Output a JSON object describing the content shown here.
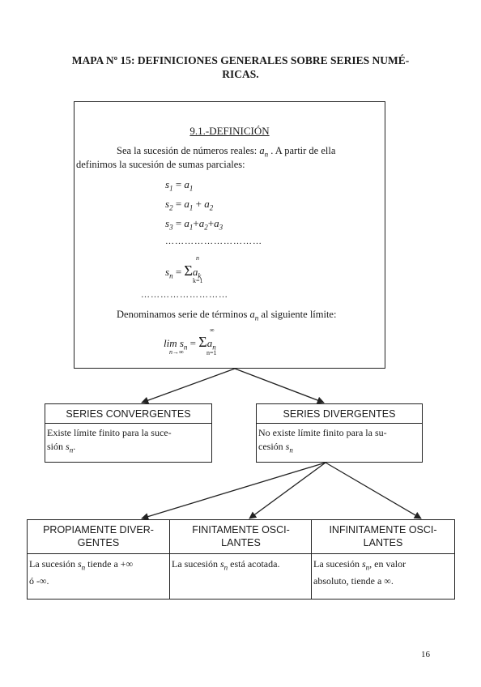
{
  "title": {
    "line1": "MAPA Nº 15: DEFINICIONES GENERALES SOBRE SERIES NUMÉ-",
    "line2": "RICAS."
  },
  "definition": {
    "heading": "9.1.-DEFINICIÓN",
    "intro_a": "Sea la sucesión de números reales:",
    "intro_b": ". A partir de ella",
    "intro_line2": "definimos la sucesión de sumas parciales:",
    "dots1": "…………………………",
    "dots2": "………………………",
    "closing": "Denominamos serie de términos",
    "closing_b": "al siguiente límite:"
  },
  "convergent": {
    "heading": "SERIES CONVERGENTES",
    "body_line1": "Existe límite finito para la suce-",
    "body_line2": "sión"
  },
  "divergent": {
    "heading": "SERIES DIVERGENTES",
    "body_line1": "No existe límite finito para la su-",
    "body_line2": "cesión"
  },
  "proper": {
    "heading_line1": "PROPIAMENTE DIVER-",
    "heading_line2": "GENTES",
    "body_a": "La sucesión",
    "body_b": "tiende a +∞",
    "body_line2": "ó -∞."
  },
  "finite_osc": {
    "heading_line1": "FINITAMENTE OSCI-",
    "heading_line2": "LANTES",
    "body_a": "La sucesión",
    "body_b": "está acotada."
  },
  "infinite_osc": {
    "heading_line1": "INFINITAMENTE OSCI-",
    "heading_line2": "LANTES",
    "body_a": "La sucesión",
    "body_b": ", en valor",
    "body_line2": "absoluto, tiende a ∞."
  },
  "page_number": "16"
}
